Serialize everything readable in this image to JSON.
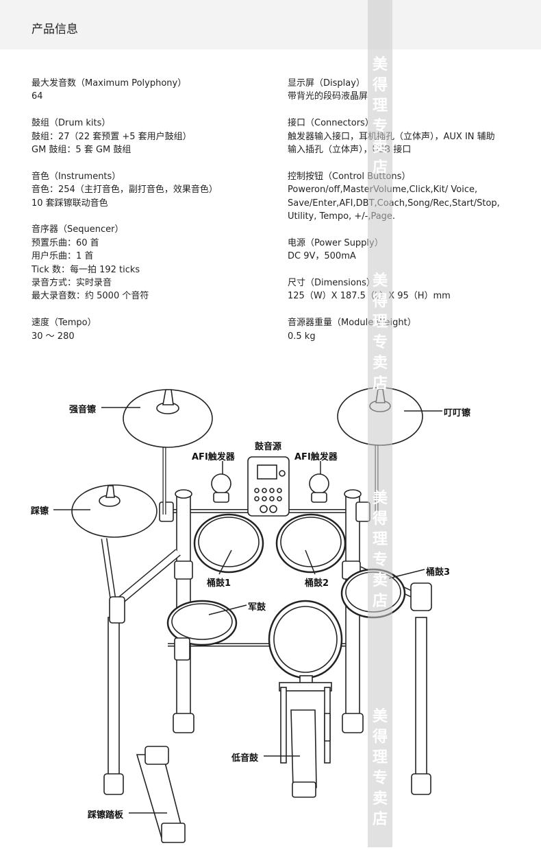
{
  "header": {
    "title": "产品信息"
  },
  "specs_left": [
    {
      "title": "最大发音数（Maximum Polyphony）",
      "lines": [
        "64"
      ]
    },
    {
      "title": "鼓组（Drum kits）",
      "lines": [
        "鼓组：27（22 套预置 +5 套用户鼓组）",
        "GM 鼓组：5 套 GM 鼓组"
      ]
    },
    {
      "title": "音色（Instruments）",
      "lines": [
        "音色：254（主打音色，副打音色，效果音色）",
        "10 套踩镲联动音色"
      ]
    },
    {
      "title": "音序器（Sequencer）",
      "lines": [
        "预置乐曲：60 首",
        "用户乐曲：1 首",
        "Tick 数：每一拍 192 ticks",
        "录音方式：实时录音",
        "最大录音数：约 5000 个音符"
      ]
    },
    {
      "title": "速度（Tempo）",
      "lines": [
        "30 ～ 280"
      ]
    }
  ],
  "specs_right": [
    {
      "title": "显示屏（Display）",
      "lines": [
        "带背光的段码液晶屏"
      ]
    },
    {
      "title": "接口（Connectors）",
      "lines": [
        "触发器输入接口，耳机插孔（立体声），AUX IN 辅助",
        "输入插孔（立体声），USB 接口"
      ]
    },
    {
      "title": "控制按钮（Control Buttons）",
      "lines": [
        "Poweron/off,MasterVolume,Click,Kit/ Voice,",
        "Save/Enter,AFI,DBT,Coach,Song/Rec,Start/Stop,",
        "Utility, Tempo, +/-,Page."
      ]
    },
    {
      "title": "电源（Power Supply）",
      "lines": [
        "DC 9V，500mA"
      ]
    },
    {
      "title": "尺寸（Dimensions）",
      "lines": [
        "125（W）X 187.5（L）X 95（H）mm"
      ]
    },
    {
      "title": "音源器重量（Module Weight）",
      "lines": [
        "0.5 kg"
      ]
    }
  ],
  "watermark": {
    "chars": [
      "美",
      "得",
      "理",
      "专",
      "卖",
      "店"
    ]
  },
  "diagram": {
    "labels": {
      "crash": "强音镲",
      "ride": "叮叮镲",
      "module": "鼓音源",
      "afi_left": "AFI触发器",
      "afi_right": "AFI触发器",
      "hihat": "踩镲",
      "tom1": "桶鼓1",
      "tom2": "桶鼓2",
      "tom3": "桶鼓3",
      "snare": "军鼓",
      "kick": "低音鼓",
      "hihat_pedal": "踩镲踏板"
    }
  }
}
